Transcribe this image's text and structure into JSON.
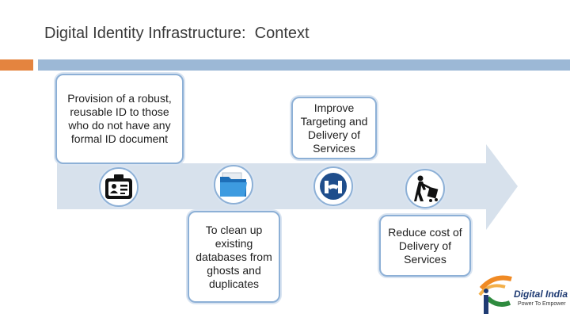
{
  "title": "Digital Identity Infrastructure:  Context",
  "boxes": {
    "provision": "Provision of a robust, reusable ID to those who do not have any formal ID document",
    "improve": "Improve Targeting and Delivery of Services",
    "cleanup": "To clean up existing databases from ghosts and duplicates",
    "reduce": "Reduce cost of Delivery of Services"
  },
  "icons": [
    "id-card-icon",
    "folder-icon",
    "handshake-icon",
    "delivery-person-icon"
  ],
  "logo": {
    "name": "Digital India",
    "tagline": "Power To Empower"
  },
  "colors": {
    "orange_bar": "#e4843f",
    "blue_bar": "#9cb8d6",
    "arrow": "#d7e1ec",
    "box_border": "#8db0d6"
  }
}
